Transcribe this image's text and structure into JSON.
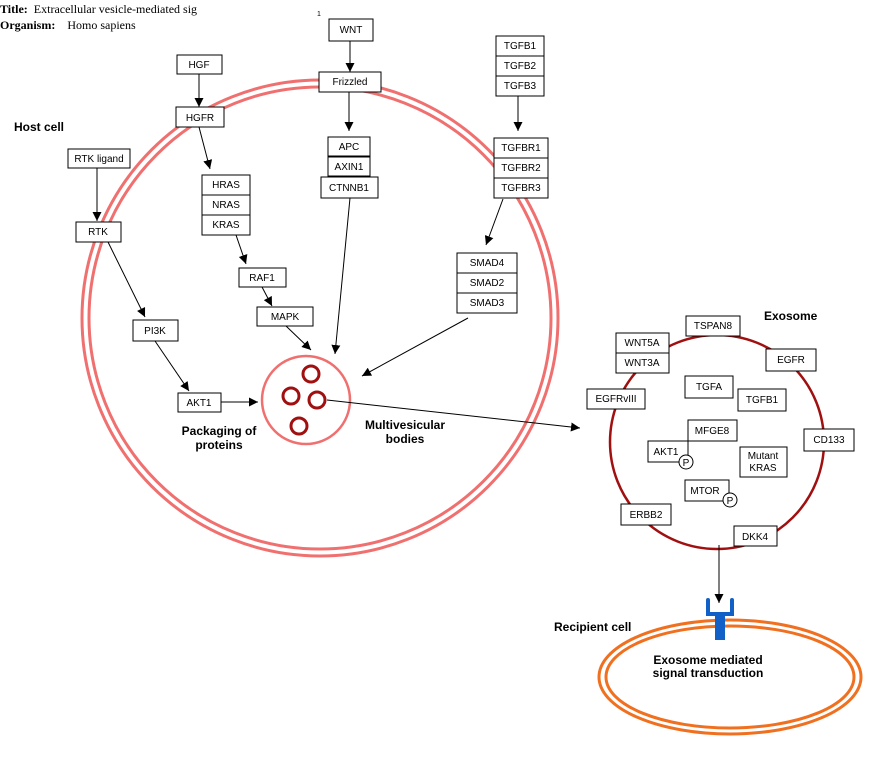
{
  "header": {
    "title_label": "Title:",
    "title_value": "Extracellular vesicle-mediated sig",
    "organism_label": "Organism:",
    "organism_value": "Homo sapiens",
    "version_mark": "1"
  },
  "labels": {
    "host_cell": "Host cell",
    "packaging_line1": "Packaging of",
    "packaging_line2": "proteins",
    "mvb_line1": "Multivesicular",
    "mvb_line2": "bodies",
    "exosome": "Exosome",
    "recipient_cell": "Recipient cell",
    "signal_line1": "Exosome mediated",
    "signal_line2": "signal transduction"
  },
  "nodes": {
    "wnt": "WNT",
    "frizzled": "Frizzled",
    "hgf": "HGF",
    "hgfr": "HGFR",
    "tgfb1": "TGFB1",
    "tgfb2": "TGFB2",
    "tgfb3": "TGFB3",
    "tgfbr1": "TGFBR1",
    "tgfbr2": "TGFBR2",
    "tgfbr3": "TGFBR3",
    "rtk_ligand": "RTK ligand",
    "rtk": "RTK",
    "hras": "HRAS",
    "nras": "NRAS",
    "kras": "KRAS",
    "apc": "APC",
    "axin1": "AXIN1",
    "ctnnb1": "CTNNB1",
    "raf1": "RAF1",
    "mapk": "MAPK",
    "smad4": "SMAD4",
    "smad2": "SMAD2",
    "smad3": "SMAD3",
    "pi3k": "PI3K",
    "akt1_host": "AKT1",
    "tspan8": "TSPAN8",
    "wnt5a": "WNT5A",
    "wnt3a": "WNT3A",
    "egfr": "EGFR",
    "tgfa": "TGFA",
    "tgfb1_exo": "TGFB1",
    "egfrviii": "EGFRvIII",
    "mfge8": "MFGE8",
    "akt1_exo": "AKT1",
    "mutant_kras_line1": "Mutant",
    "mutant_kras_line2": "KRAS",
    "cd133": "CD133",
    "mtor": "MTOR",
    "erbb2": "ERBB2",
    "dkk4": "DKK4",
    "phospho_akt1": "P",
    "phospho_mtor": "P"
  },
  "colors": {
    "host_membrane": "#f07070",
    "exosome_membrane": "#a01010",
    "vesicle": "#a01010",
    "recipient_membrane": "#f07020",
    "receptor": "#1060c8"
  }
}
